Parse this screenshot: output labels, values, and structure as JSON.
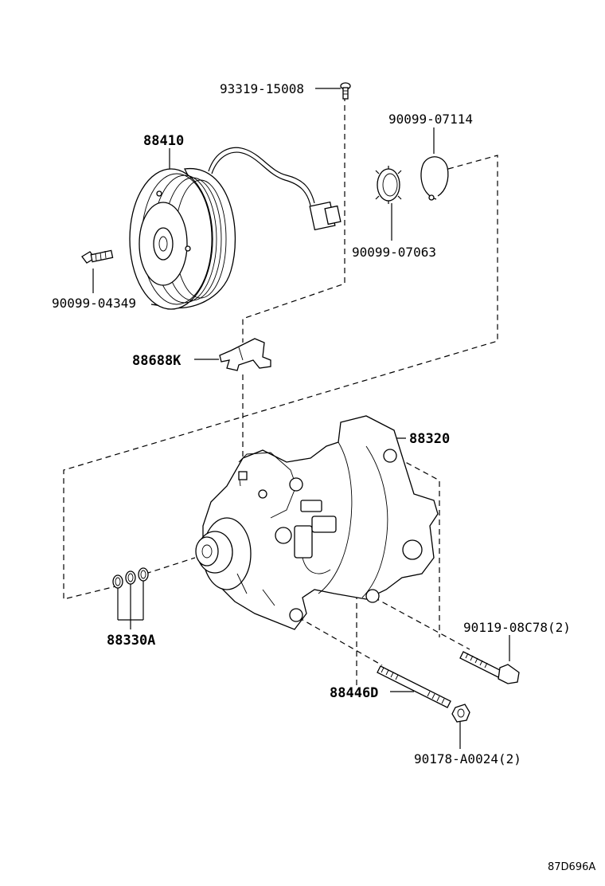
{
  "labels": {
    "p93319": "93319-15008",
    "p88410": "88410",
    "p90099_07114": "90099-07114",
    "p90099_07063": "90099-07063",
    "p90099_04349": "90099-04349",
    "p88688K": "88688K",
    "p88320": "88320",
    "p88330A": "88330A",
    "p90119": "90119-08C78(2)",
    "p88446D": "88446D",
    "p90178": "90178-A0024(2)"
  },
  "figure_code": "87D696A"
}
